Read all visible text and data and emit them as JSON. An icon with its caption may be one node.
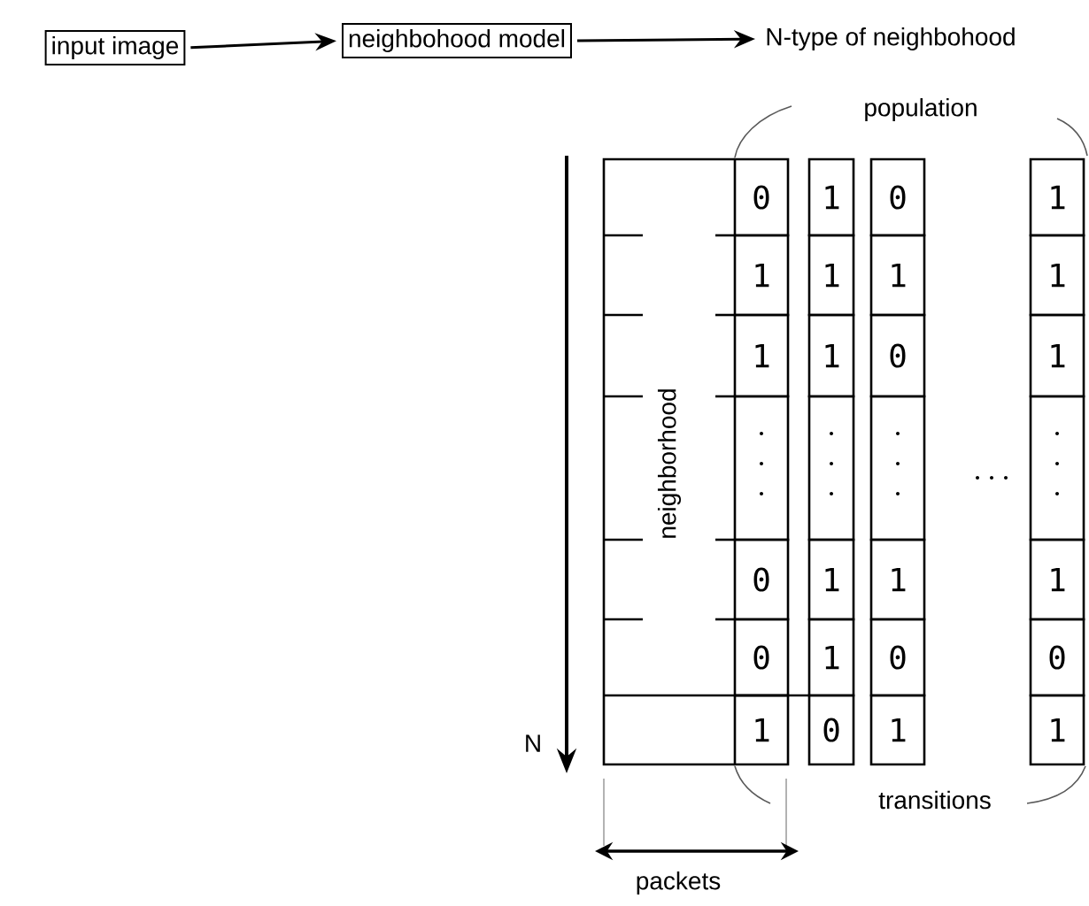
{
  "diagram": {
    "nodes": [
      {
        "text": [
          "input image"
        ]
      },
      {
        "text": [
          "neighbohood model"
        ]
      },
      {
        "text": [
          "N-type of neighbohood"
        ]
      }
    ],
    "edges": [
      {
        "from": 0,
        "to": 1,
        "arrow": "to"
      },
      {
        "from": 1,
        "to": 2,
        "arrow": "to"
      }
    ],
    "labels": [
      "population",
      "0",
      "1",
      "0",
      "1",
      "1",
      "1",
      "1",
      "1",
      "1",
      "1",
      "0",
      "1",
      "0",
      "1",
      "1",
      "1",
      "0",
      "1",
      "0",
      "0",
      "1",
      "0",
      "1",
      "1",
      "neighborhood",
      "N",
      "transitions",
      "packets"
    ]
  }
}
